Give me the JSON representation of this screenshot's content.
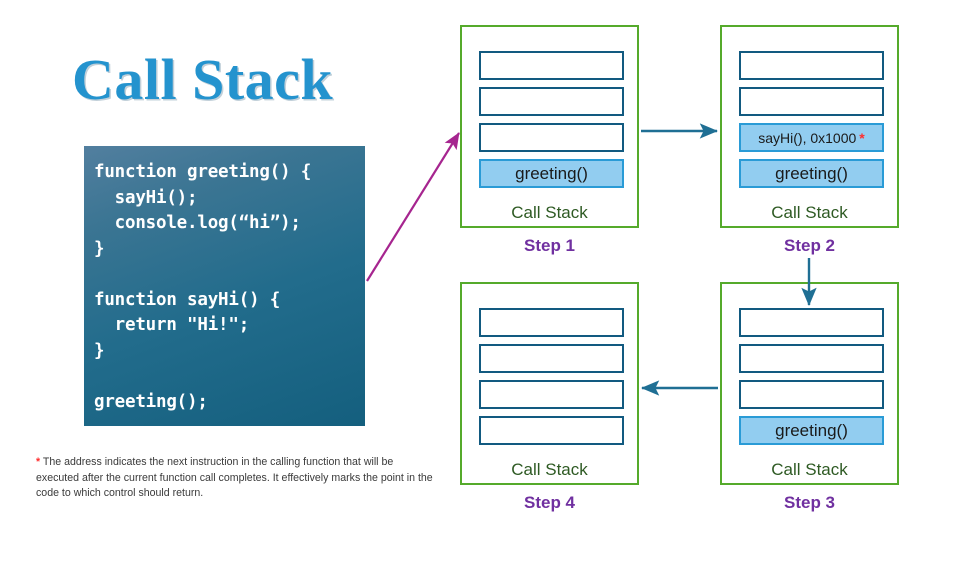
{
  "title": "Call Stack",
  "code": "function greeting() {\n  sayHi();\n  console.log(“hi”);\n}\n\nfunction sayHi() {\n  return \"Hi!\";\n}\n\ngreeting();",
  "footnote": {
    "marker": "*",
    "text": " The address indicates the next instruction in the calling function that will be executed after the current function call completes. It effectively marks the point in the code to which control should return."
  },
  "colors": {
    "title_blue": "#2493CE",
    "box_border_green": "#55AA2B",
    "slot_border_navy": "#125A80",
    "slot_fill_blue": "#92CDF0",
    "caption_green": "#2E5A23",
    "step_purple": "#7030A0",
    "arrow_teal": "#1F6F94",
    "arrow_magenta": "#A6258F",
    "asterisk_red": "#FF2D2D"
  },
  "steps": [
    {
      "id": "step-1",
      "label": "Step 1",
      "caption": "Call Stack",
      "slots": [
        {
          "text": "",
          "filled": false
        },
        {
          "text": "",
          "filled": false
        },
        {
          "text": "",
          "filled": false
        },
        {
          "text": "greeting()",
          "filled": true
        }
      ]
    },
    {
      "id": "step-2",
      "label": "Step 2",
      "caption": "Call Stack",
      "slots": [
        {
          "text": "",
          "filled": false
        },
        {
          "text": "",
          "filled": false
        },
        {
          "text": "sayHi(), 0x1000",
          "filled": true,
          "small": true,
          "star": "*"
        },
        {
          "text": "greeting()",
          "filled": true
        }
      ]
    },
    {
      "id": "step-3",
      "label": "Step 3",
      "caption": "Call Stack",
      "slots": [
        {
          "text": "",
          "filled": false
        },
        {
          "text": "",
          "filled": false
        },
        {
          "text": "",
          "filled": false
        },
        {
          "text": "greeting()",
          "filled": true
        }
      ]
    },
    {
      "id": "step-4",
      "label": "Step 4",
      "caption": "Call Stack",
      "slots": [
        {
          "text": "",
          "filled": false
        },
        {
          "text": "",
          "filled": false
        },
        {
          "text": "",
          "filled": false
        },
        {
          "text": "",
          "filled": false
        }
      ]
    }
  ],
  "arrows": [
    {
      "name": "code-to-step1-arrow",
      "color": "#A6258F"
    },
    {
      "name": "step1-to-step2-arrow",
      "color": "#1F6F94"
    },
    {
      "name": "step2-to-step3-arrow",
      "color": "#1F6F94"
    },
    {
      "name": "step3-to-step4-arrow",
      "color": "#1F6F94"
    }
  ]
}
